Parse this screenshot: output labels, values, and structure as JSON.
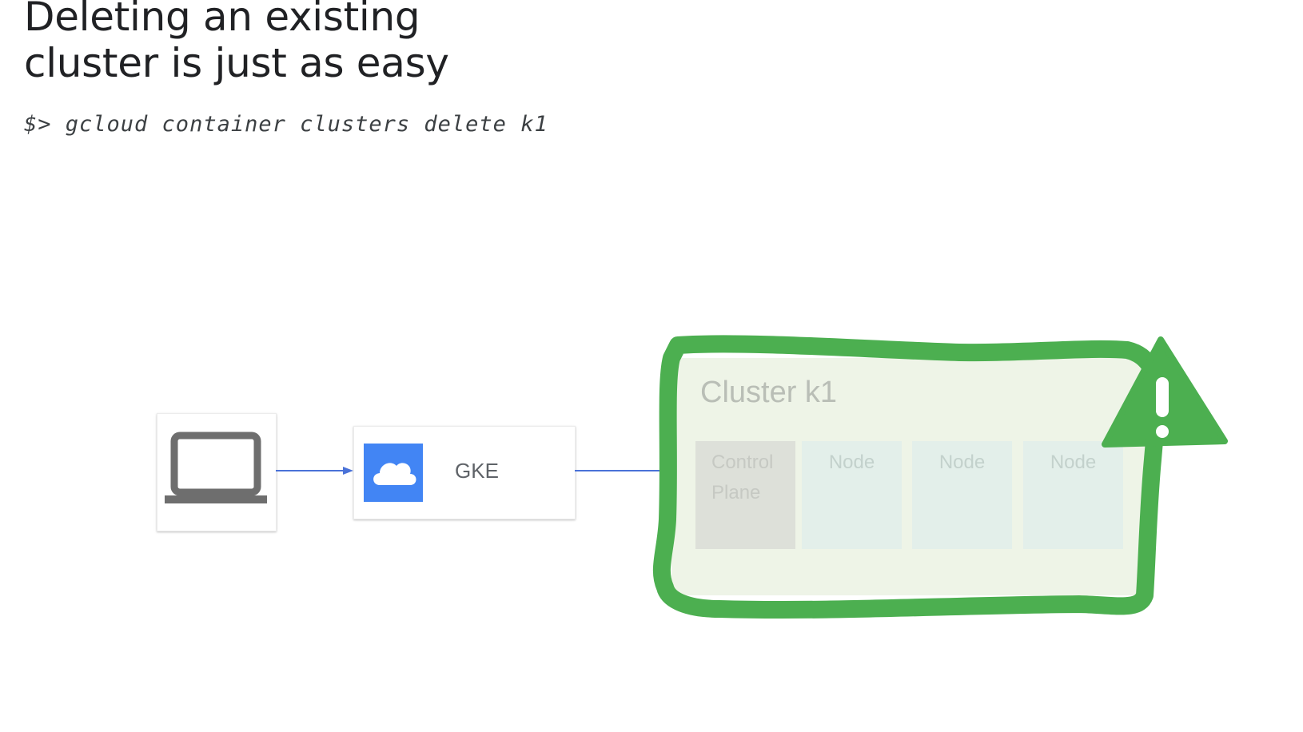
{
  "slide": {
    "title_line1": "Deleting an existing",
    "title_line2": "cluster is just as easy",
    "command": "$> gcloud container clusters delete k1"
  },
  "diagram": {
    "gke_label": "GKE",
    "cluster_title": "Cluster k1",
    "control_plane_line1": "Control",
    "control_plane_line2": "Plane",
    "nodes": [
      "Node",
      "Node",
      "Node"
    ],
    "icons": {
      "laptop": "laptop-icon",
      "gke": "cloud-icon",
      "warning": "warning-icon"
    }
  },
  "colors": {
    "title": "#202124",
    "gke_blue": "#4285f4",
    "highlight_green": "#4caf50",
    "arrow_blue": "#4a72d8",
    "laptop_gray": "#6e6e6e"
  }
}
